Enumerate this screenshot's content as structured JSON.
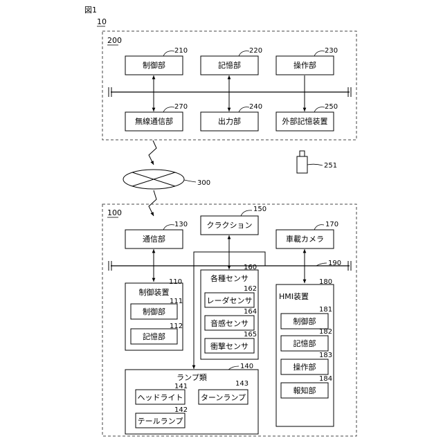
{
  "figure": {
    "caption": "図1",
    "system_ref": "10"
  },
  "server": {
    "ref": "200",
    "control": {
      "label": "制御部",
      "ref": "210"
    },
    "storage": {
      "label": "記憶部",
      "ref": "220"
    },
    "operation": {
      "label": "操作部",
      "ref": "230"
    },
    "wireless": {
      "label": "無線通信部",
      "ref": "270"
    },
    "output": {
      "label": "出力部",
      "ref": "240"
    },
    "external_storage": {
      "label": "外部記憶装置",
      "ref": "250"
    }
  },
  "storage_medium": {
    "ref": "251"
  },
  "network": {
    "ref": "300"
  },
  "vehicle": {
    "ref": "100",
    "communication": {
      "label": "通信部",
      "ref": "130"
    },
    "horn": {
      "label": "クラクション",
      "ref": "150"
    },
    "camera": {
      "label": "車載カメラ",
      "ref": "170"
    },
    "bus_ref": "190",
    "control_device": {
      "label": "制御装置",
      "ref": "110",
      "control": {
        "label": "制御部",
        "ref": "111"
      },
      "storage": {
        "label": "記憶部",
        "ref": "112"
      }
    },
    "sensors": {
      "label": "各種センサ",
      "ref": "160",
      "radar": {
        "label": "レーダセンサ",
        "ref": "162"
      },
      "sound": {
        "label": "音感センサ",
        "ref": "164"
      },
      "impact": {
        "label": "衝撃センサ",
        "ref": "165"
      }
    },
    "hmi": {
      "label": "HMI装置",
      "ref": "180",
      "control": {
        "label": "制御部",
        "ref": "181"
      },
      "storage": {
        "label": "記憶部",
        "ref": "182"
      },
      "operation": {
        "label": "操作部",
        "ref": "183"
      },
      "notification": {
        "label": "報知部",
        "ref": "184"
      }
    },
    "lamps": {
      "label": "ランプ類",
      "ref": "140",
      "headlight": {
        "label": "ヘッドライト",
        "ref": "141"
      },
      "turn": {
        "label": "ターンランプ",
        "ref": "143"
      },
      "tail": {
        "label": "テールランプ",
        "ref": "142"
      }
    }
  }
}
